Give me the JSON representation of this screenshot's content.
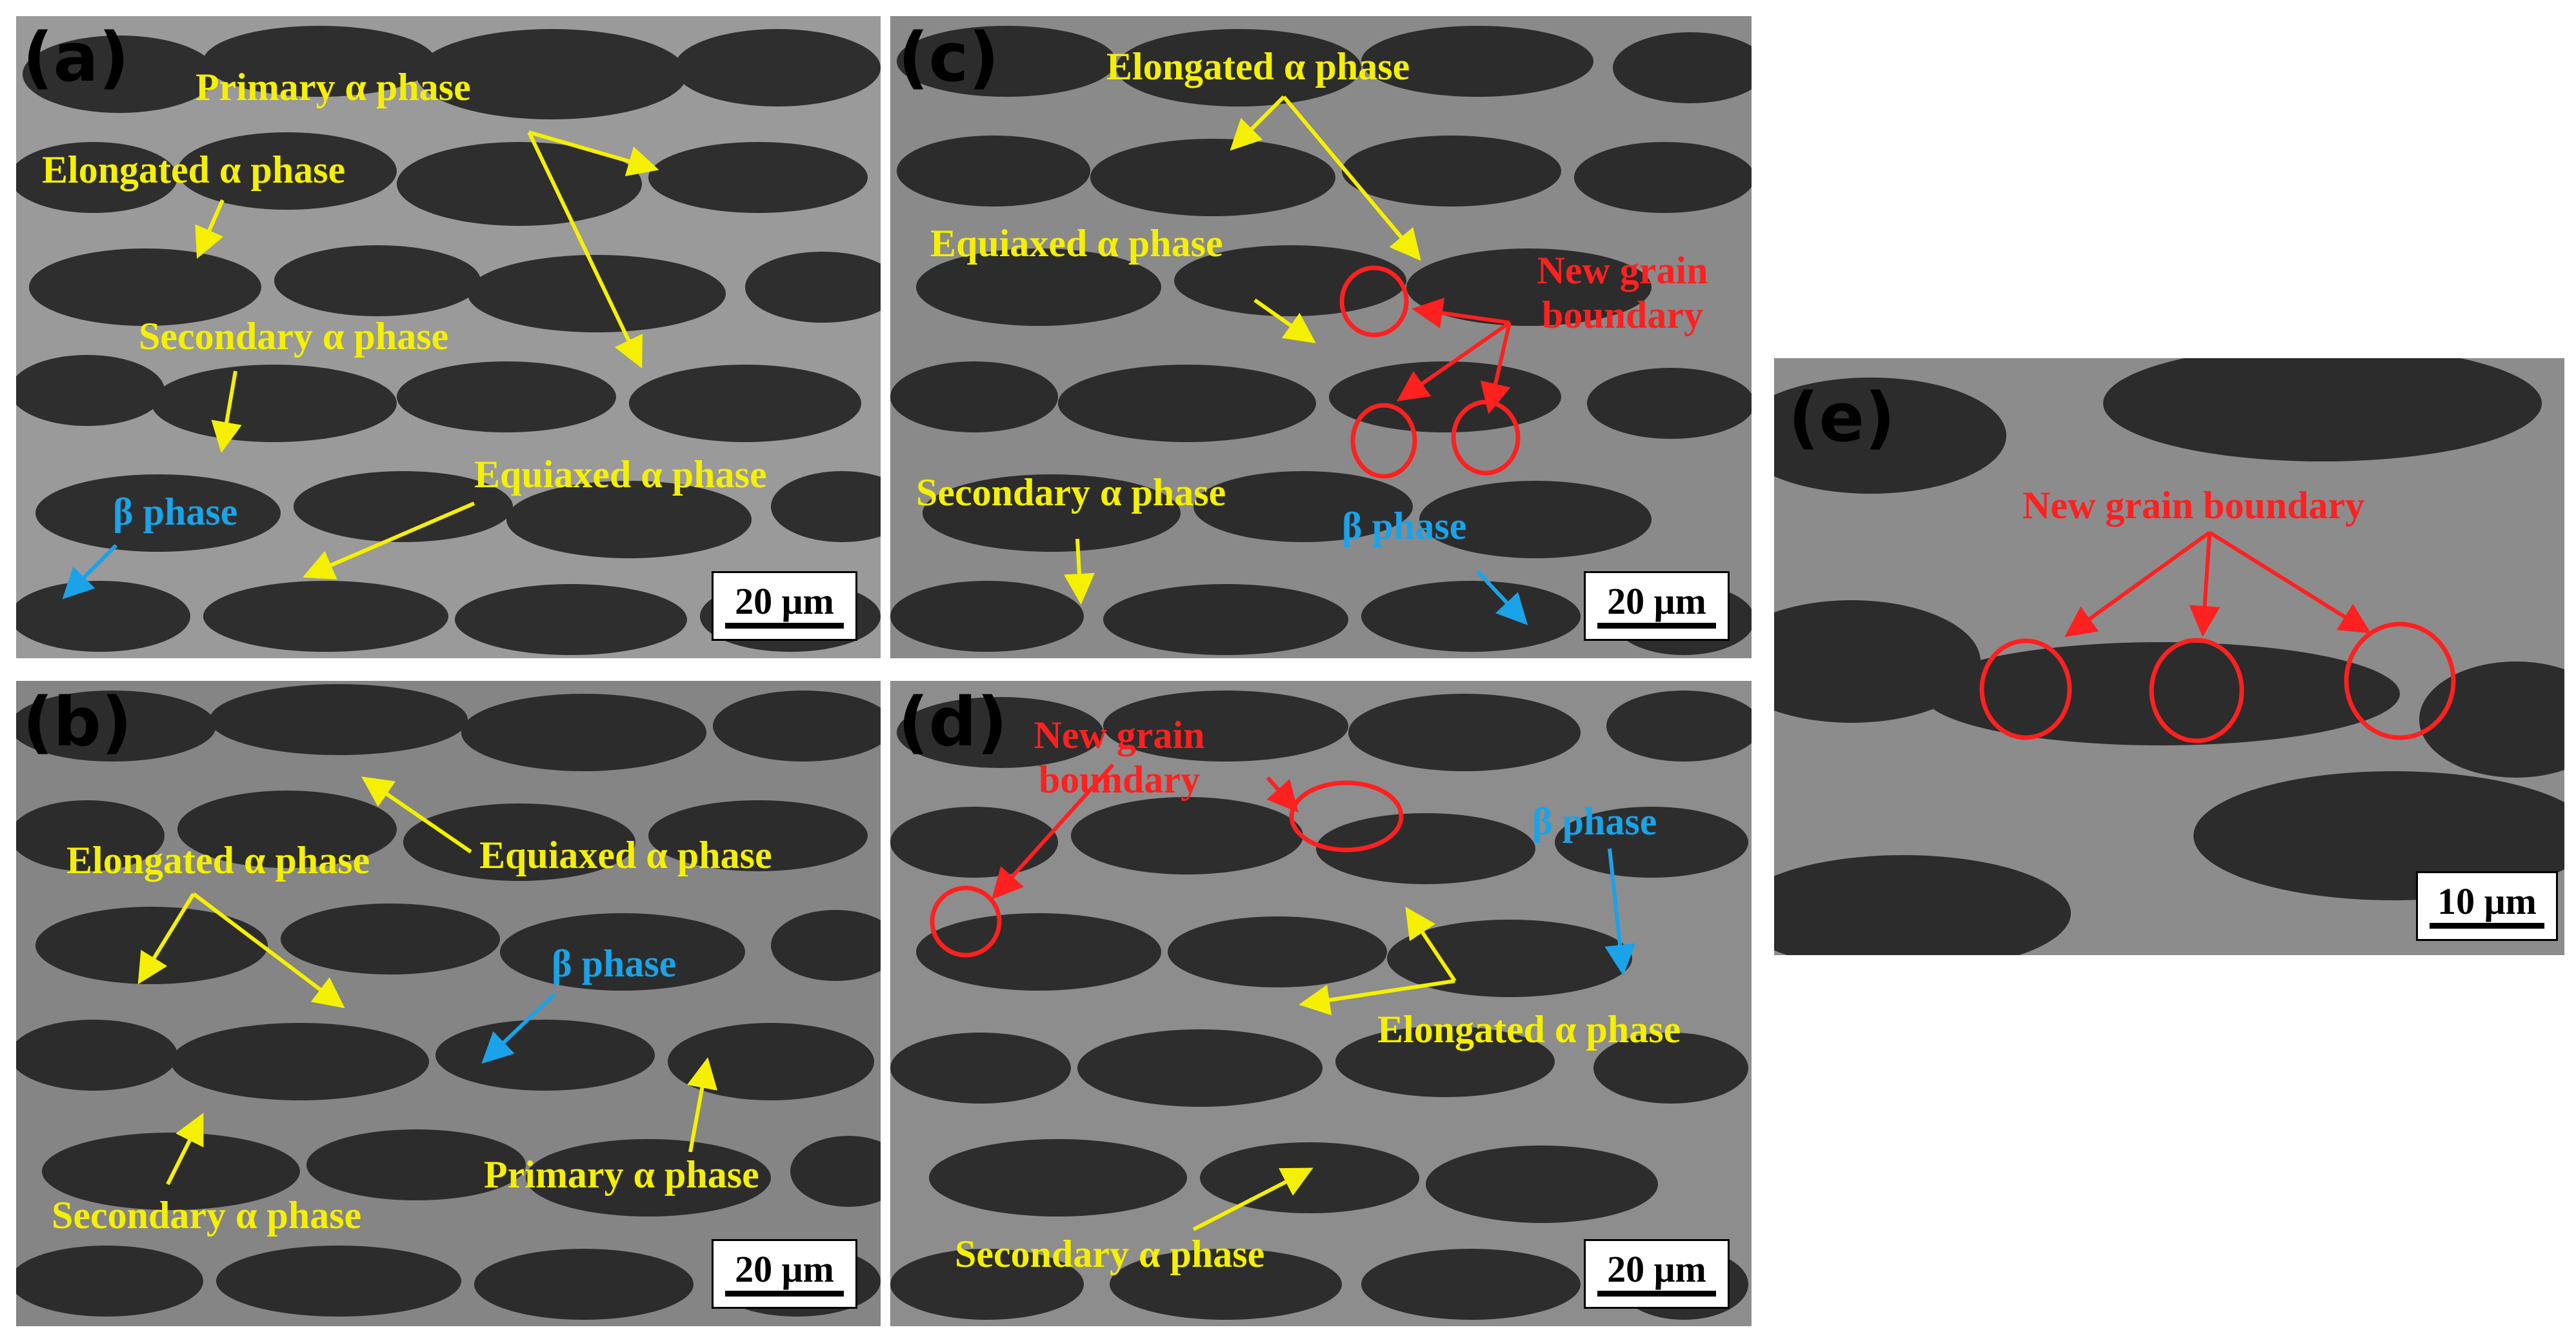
{
  "panels": {
    "a": {
      "label": "(a)",
      "scale": "20 μm",
      "annotations": [
        "Primary α phase",
        "Elongated α phase",
        "Secondary α phase",
        "Equiaxed α phase",
        "β phase"
      ]
    },
    "b": {
      "label": "(b)",
      "scale": "20 μm",
      "annotations": [
        "Elongated α phase",
        "Equiaxed α phase",
        "β phase",
        "Secondary α phase",
        "Primary α phase"
      ]
    },
    "c": {
      "label": "(c)",
      "scale": "20 μm",
      "annotations": [
        "Elongated α phase",
        "Equiaxed α phase",
        "New grain boundary",
        "Secondary α phase",
        "β phase"
      ]
    },
    "d": {
      "label": "(d)",
      "scale": "20 μm",
      "annotations": [
        "New grain boundary",
        "β phase",
        "Elongated α phase",
        "Secondary α phase"
      ]
    },
    "e": {
      "label": "(e)",
      "scale": "10 μm",
      "annotations": [
        "New grain boundary"
      ]
    }
  },
  "colors": {
    "label_alpha": "#f5f000",
    "label_beta": "#1aa3e8",
    "label_boundary": "#ff2020",
    "image_dark": "#2b2b2b",
    "image_light": "#8a8a8a"
  }
}
